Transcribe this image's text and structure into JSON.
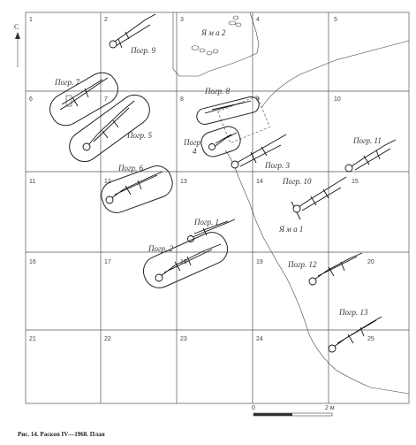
{
  "north": "С",
  "grid_numbers": [
    "1",
    "2",
    "3",
    "4",
    "5",
    "6",
    "7",
    "8",
    "9",
    "10",
    "11",
    "12",
    "13",
    "14",
    "15",
    "16",
    "17",
    "18",
    "19",
    "20",
    "21",
    "22",
    "23",
    "24",
    "25"
  ],
  "labels": {
    "pogr9": "Погр. 9",
    "yama2": "Я м а 2",
    "pogr7": "Погр. 7",
    "pogr5": "Погр. 5",
    "pogr8": "Погр. 8",
    "pogr4a": "Погр.",
    "pogr4b": "4",
    "pogr3": "Погр. 3",
    "pogr11": "Погр. 11",
    "pogr6": "Погр. 6",
    "pogr10": "Погр. 10",
    "pogr1": "Погр. 1",
    "yama1": "Я м а 1",
    "pogr2": "Погр. 2",
    "pogr12": "Погр. 12",
    "pogr13": "Погр. 13"
  },
  "scale": {
    "zero": "0",
    "two": "2 м"
  },
  "caption": "Рис. 14. Раскоп IV—1968. План"
}
